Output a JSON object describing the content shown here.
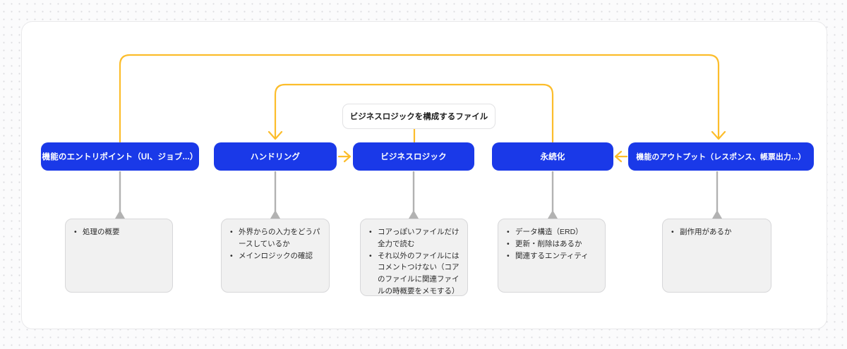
{
  "diagram": {
    "nodes": [
      {
        "id": "entry",
        "label": "機能のエントリポイント（UI、ジョブ...）"
      },
      {
        "id": "handling",
        "label": "ハンドリング"
      },
      {
        "id": "logic",
        "label": "ビジネスロジック"
      },
      {
        "id": "persistence",
        "label": "永続化"
      },
      {
        "id": "output",
        "label": "機能のアウトプット（レスポンス、帳票出力...）"
      }
    ],
    "label_box": {
      "label": "ビジネスロジックを構成するファイル"
    },
    "notes": [
      {
        "for": "entry",
        "items": [
          "処理の概要"
        ]
      },
      {
        "for": "handling",
        "items": [
          "外界からの入力をどうパースしているか",
          "メインロジックの確認"
        ]
      },
      {
        "for": "logic",
        "items": [
          "コアっぽいファイルだけ全力で読む",
          "それ以外のファイルにはコメントつけない（コアのファイルに関連ファイルの時概要をメモする）"
        ]
      },
      {
        "for": "persistence",
        "items": [
          "データ構造（ERD）",
          "更新・削除はあるか",
          "関連するエンティティ"
        ]
      },
      {
        "for": "output",
        "items": [
          "副作用があるか"
        ]
      }
    ],
    "edges": [
      {
        "from": "entry",
        "to": "output",
        "style": "elbow-top"
      },
      {
        "from": "persistence",
        "to": "handling",
        "style": "elbow-top"
      },
      {
        "from": "label_box",
        "to": "logic",
        "style": "straight"
      },
      {
        "from": "handling",
        "to": "logic",
        "style": "straight"
      },
      {
        "from": "output",
        "to": "persistence",
        "style": "straight"
      }
    ],
    "colors": {
      "node_fill": "#1a39e8",
      "node_text": "#ffffff",
      "arrow_yellow": "#fcbd2b",
      "connector_gray": "#b2b2b2",
      "note_fill": "#f1f1f1",
      "note_border": "#d7d7d9",
      "canvas_bg": "#ffffff"
    }
  }
}
